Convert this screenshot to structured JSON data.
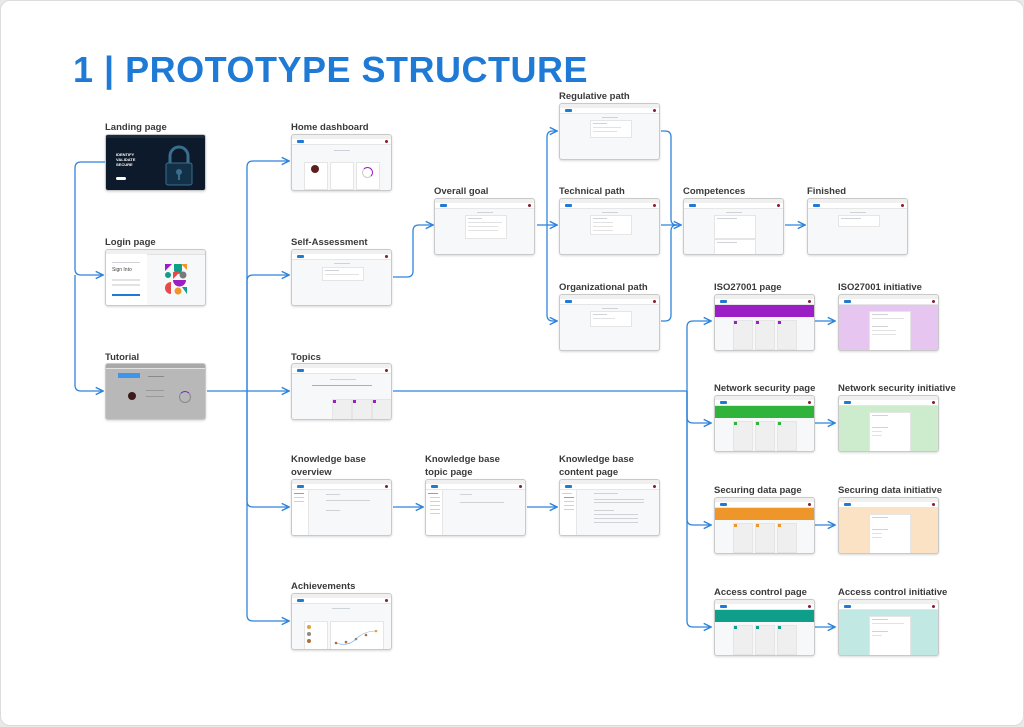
{
  "header": {
    "title": "1 | PROTOTYPE STRUCTURE"
  },
  "colors": {
    "accent": "#1f7ad6",
    "iso27001": "#9b1fc4",
    "iso27001_light": "#e6c6f0",
    "network": "#2fb33a",
    "network_light": "#cdeccd",
    "securing": "#ee9629",
    "securing_light": "#fbe2c4",
    "access": "#0e9e8a",
    "access_light": "#c2e8e3"
  },
  "nodes": {
    "landing": {
      "label": "Landing page",
      "screen_text": "IDENTIFY VALIDATE SECURE"
    },
    "login": {
      "label": "Login page",
      "screen_text": "Sign Into"
    },
    "tutorial": {
      "label": "Tutorial"
    },
    "home": {
      "label": "Home dashboard"
    },
    "self_assessment": {
      "label": "Self-Assessment"
    },
    "topics": {
      "label": "Topics"
    },
    "kb_overview": {
      "label_line1": "Knowledge base",
      "label_line2": "overview"
    },
    "kb_topic": {
      "label_line1": "Knowledge base",
      "label_line2": "topic page"
    },
    "kb_content": {
      "label_line1": "Knowledge base",
      "label_line2": "content page"
    },
    "achievements": {
      "label": "Achievements"
    },
    "overall_goal": {
      "label": "Overall goal"
    },
    "regulative": {
      "label": "Regulative path"
    },
    "technical": {
      "label": "Technical path"
    },
    "organizational": {
      "label": "Organizational path"
    },
    "competences": {
      "label": "Competences"
    },
    "finished": {
      "label": "Finished"
    },
    "iso_page": {
      "label": "ISO27001 page"
    },
    "iso_init": {
      "label": "ISO27001 initiative"
    },
    "net_page": {
      "label": "Network security page"
    },
    "net_init": {
      "label": "Network security initiative"
    },
    "sec_page": {
      "label": "Securing data page"
    },
    "sec_init": {
      "label": "Securing data initiative"
    },
    "acc_page": {
      "label": "Access control page"
    },
    "acc_init": {
      "label": "Access control initiative"
    }
  }
}
